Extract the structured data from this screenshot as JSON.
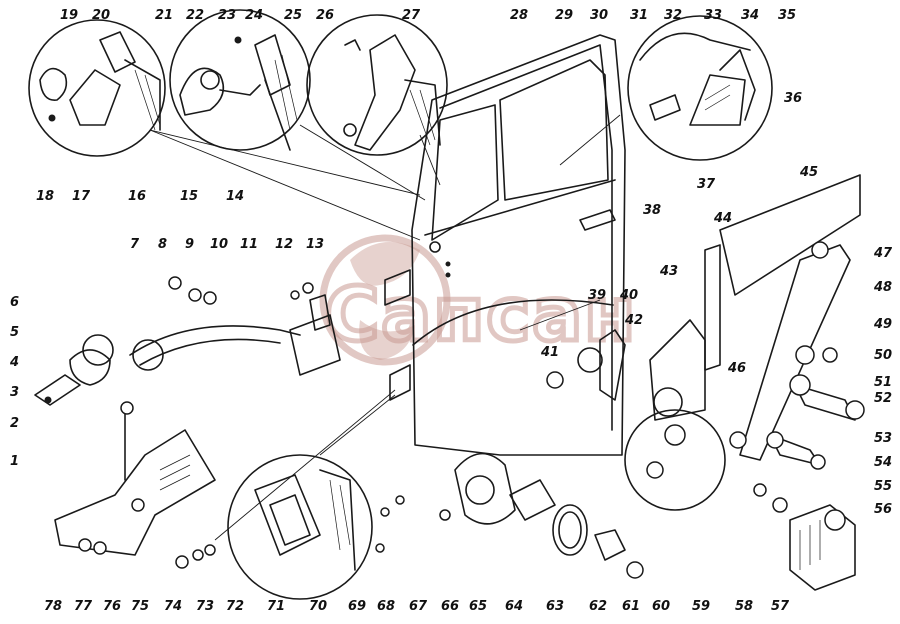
{
  "watermark": {
    "text": "Сапсан",
    "color": "#c99b93"
  },
  "callouts": [
    {
      "n": "1"
    },
    {
      "n": "2"
    },
    {
      "n": "3"
    },
    {
      "n": "4"
    },
    {
      "n": "5"
    },
    {
      "n": "6"
    },
    {
      "n": "7"
    },
    {
      "n": "8"
    },
    {
      "n": "9"
    },
    {
      "n": "10"
    },
    {
      "n": "11"
    },
    {
      "n": "12"
    },
    {
      "n": "13"
    },
    {
      "n": "14"
    },
    {
      "n": "15"
    },
    {
      "n": "16"
    },
    {
      "n": "17"
    },
    {
      "n": "18"
    },
    {
      "n": "19"
    },
    {
      "n": "20"
    },
    {
      "n": "21"
    },
    {
      "n": "22"
    },
    {
      "n": "23"
    },
    {
      "n": "24"
    },
    {
      "n": "25"
    },
    {
      "n": "26"
    },
    {
      "n": "27"
    },
    {
      "n": "28"
    },
    {
      "n": "29"
    },
    {
      "n": "30"
    },
    {
      "n": "31"
    },
    {
      "n": "32"
    },
    {
      "n": "33"
    },
    {
      "n": "34"
    },
    {
      "n": "35"
    },
    {
      "n": "36"
    },
    {
      "n": "37"
    },
    {
      "n": "38"
    },
    {
      "n": "39"
    },
    {
      "n": "40"
    },
    {
      "n": "41"
    },
    {
      "n": "42"
    },
    {
      "n": "43"
    },
    {
      "n": "44"
    },
    {
      "n": "45"
    },
    {
      "n": "46"
    },
    {
      "n": "47"
    },
    {
      "n": "48"
    },
    {
      "n": "49"
    },
    {
      "n": "50"
    },
    {
      "n": "51"
    },
    {
      "n": "52"
    },
    {
      "n": "53"
    },
    {
      "n": "54"
    },
    {
      "n": "55"
    },
    {
      "n": "56"
    },
    {
      "n": "57"
    },
    {
      "n": "58"
    },
    {
      "n": "59"
    },
    {
      "n": "60"
    },
    {
      "n": "61"
    },
    {
      "n": "62"
    },
    {
      "n": "63"
    },
    {
      "n": "64"
    },
    {
      "n": "65"
    },
    {
      "n": "66"
    },
    {
      "n": "67"
    },
    {
      "n": "68"
    },
    {
      "n": "69"
    },
    {
      "n": "70"
    },
    {
      "n": "71"
    },
    {
      "n": "72"
    },
    {
      "n": "73"
    },
    {
      "n": "74"
    },
    {
      "n": "75"
    },
    {
      "n": "76"
    },
    {
      "n": "77"
    },
    {
      "n": "78"
    }
  ]
}
